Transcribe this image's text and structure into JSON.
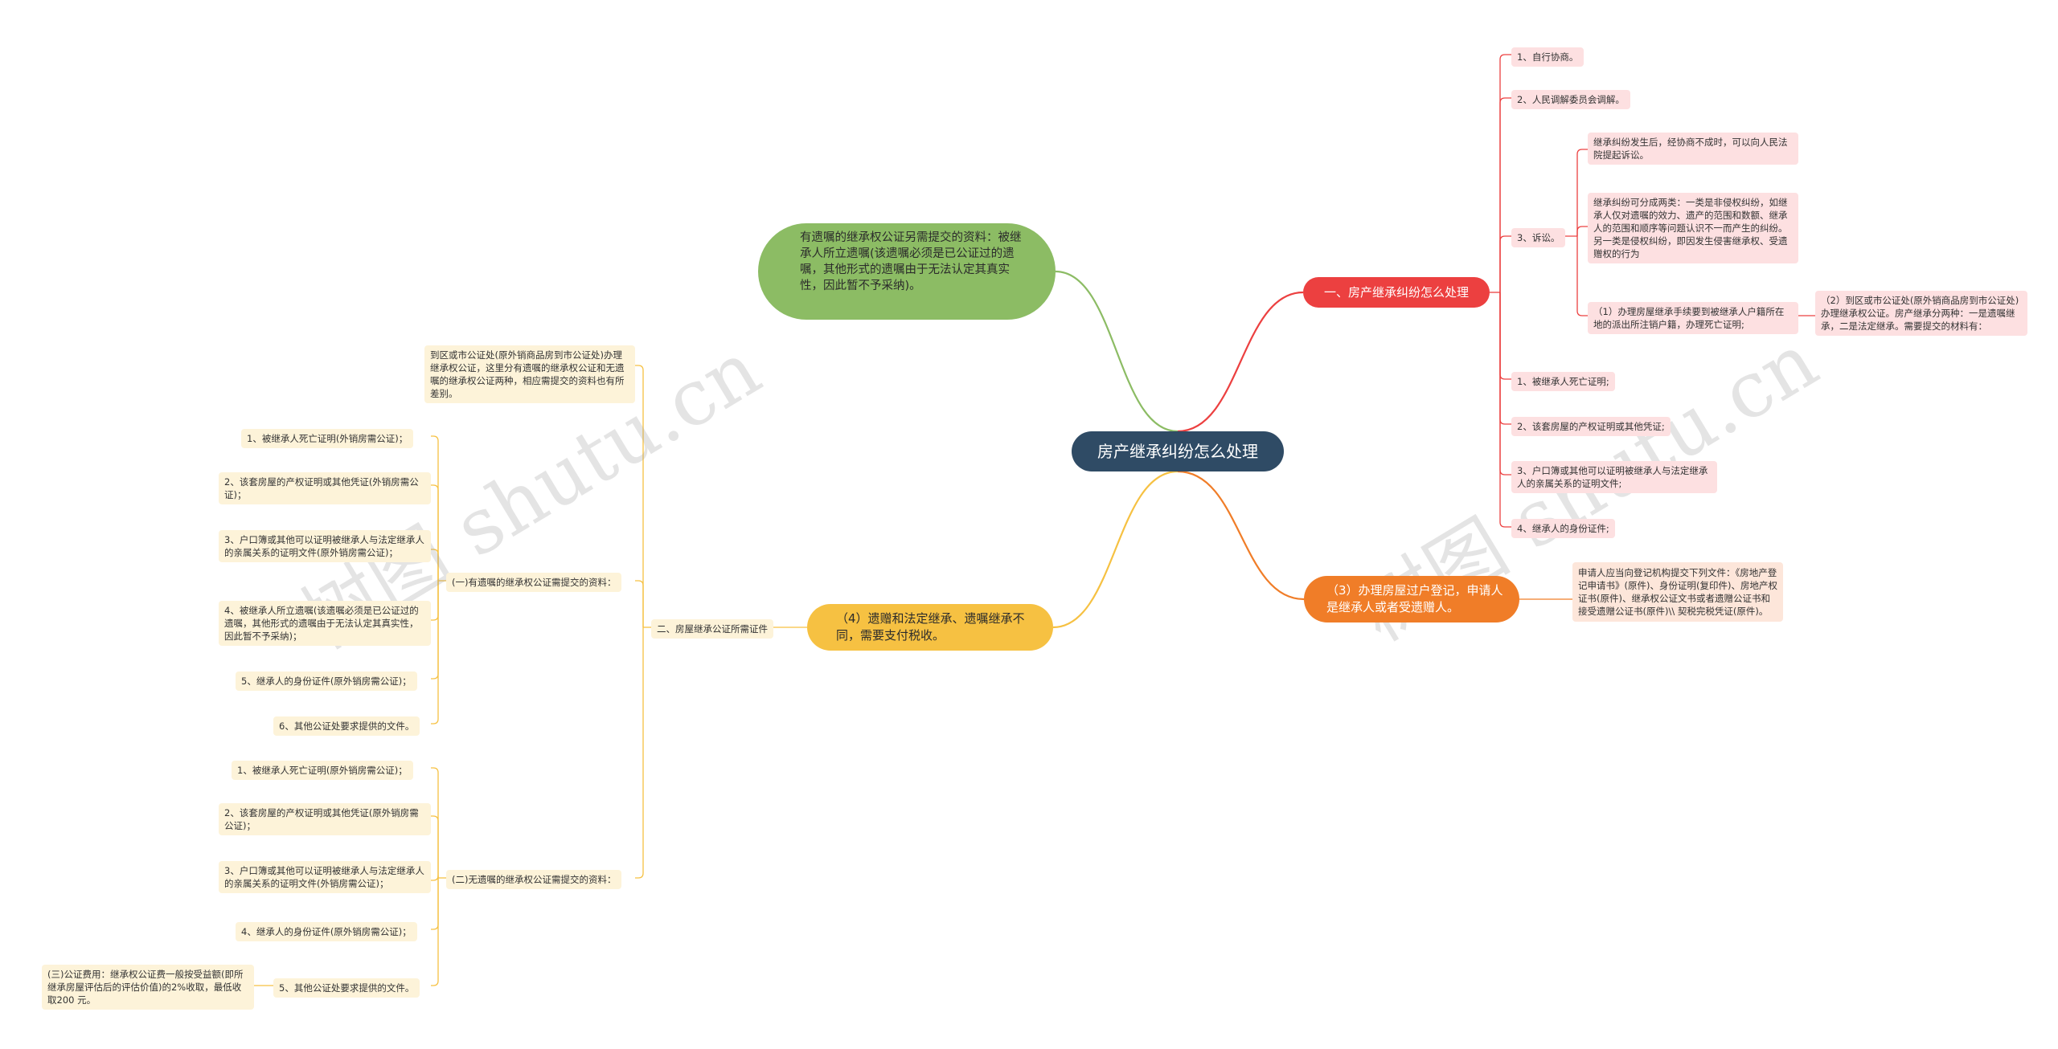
{
  "center": "房产继承纠纷怎么处理",
  "right_branch_1": {
    "title": "一、房产继承纠纷怎么处理",
    "items": [
      "1、自行协商。",
      "2、人民调解委员会调解。",
      "3、诉讼。",
      "1、被继承人死亡证明;",
      "2、该套房屋的产权证明或其他凭证;",
      "3、户口簿或其他可以证明被继承人与法定继承人的亲属关系的证明文件;",
      "4、继承人的身份证件;"
    ],
    "litigation": [
      "继承纠纷发生后，经协商不成时，可以向人民法院提起诉讼。",
      "继承纠纷可分成两类：一类是非侵权纠纷，如继承人仅对遗嘱的效力、遗产的范围和数额、继承人的范围和顺序等问题认识不一而产生的纠纷。另一类是侵权纠纷，即因发生侵害继承权、受遗赠权的行为",
      "（1）办理房屋继承手续要到被继承人户籍所在地的派出所注销户籍，办理死亡证明;"
    ],
    "notary_note": "（2）到区或市公证处(原外销商品房到市公证处)办理继承权公证。房产继承分两种：一是遗嘱继承，二是法定继承。需要提交的材料有："
  },
  "right_branch_2": {
    "title": "（3）办理房屋过户登记，申请人是继承人或者受遗赠人。",
    "note": "申请人应当向登记机构提交下列文件：《房地产登记申请书》(原件)、身份证明(复印件)、房地产权证书(原件)、继承权公证文书或者遗赠公证书和接受遗赠公证书(原件)\\\\ 契税完税凭证(原件)。"
  },
  "left_green": "有遗嘱的继承权公证另需提交的资料：被继承人所立遗嘱(该遗嘱必须是已公证过的遗嘱，其他形式的遗嘱由于无法认定其真实性，因此暂不予采纳)。",
  "left_yellow": {
    "title": "（4）遗赠和法定继承、遗嘱继承不同，需要支付税收。",
    "sub_title": "二、房屋继承公证所需证件",
    "intro": "到区或市公证处(原外销商品房到市公证处)办理继承权公证，这里分有遗嘱的继承权公证和无遗嘱的继承权公证两种，相应需提交的资料也有所差别。",
    "with_will": {
      "label": "(一)有遗嘱的继承权公证需提交的资料：",
      "items": [
        "1、被继承人死亡证明(外销房需公证)；",
        "2、该套房屋的产权证明或其他凭证(外销房需公证)；",
        "3、户口簿或其他可以证明被继承人与法定继承人的亲属关系的证明文件(原外销房需公证)；",
        "4、被继承人所立遗嘱(该遗嘱必须是已公证过的遗嘱，其他形式的遗嘱由于无法认定其真实性，因此暂不予采纳)；",
        "5、继承人的身份证件(原外销房需公证)；",
        "6、其他公证处要求提供的文件。"
      ]
    },
    "without_will": {
      "label": "(二)无遗嘱的继承权公证需提交的资料：",
      "items": [
        "1、被继承人死亡证明(原外销房需公证)；",
        "2、该套房屋的产权证明或其他凭证(原外销房需公证)；",
        "3、户口簿或其他可以证明被继承人与法定继承人的亲属关系的证明文件(外销房需公证)；",
        "4、继承人的身份证件(原外销房需公证)；",
        "5、其他公证处要求提供的文件。"
      ]
    },
    "fee_note": "(三)公证费用：继承权公证费一般按受益额(即所继承房屋评估后的评估价值)的2%收取，最低收取200 元。"
  },
  "watermark": "树图 shutu.cn",
  "colors": {
    "center": "#2f4b65",
    "red": "#ec4040",
    "orange": "#f07d28",
    "green": "#8cbc64",
    "yellow": "#f6c142",
    "pink_leaf": "#fde0e1",
    "cream_leaf": "#fdf3d9"
  }
}
